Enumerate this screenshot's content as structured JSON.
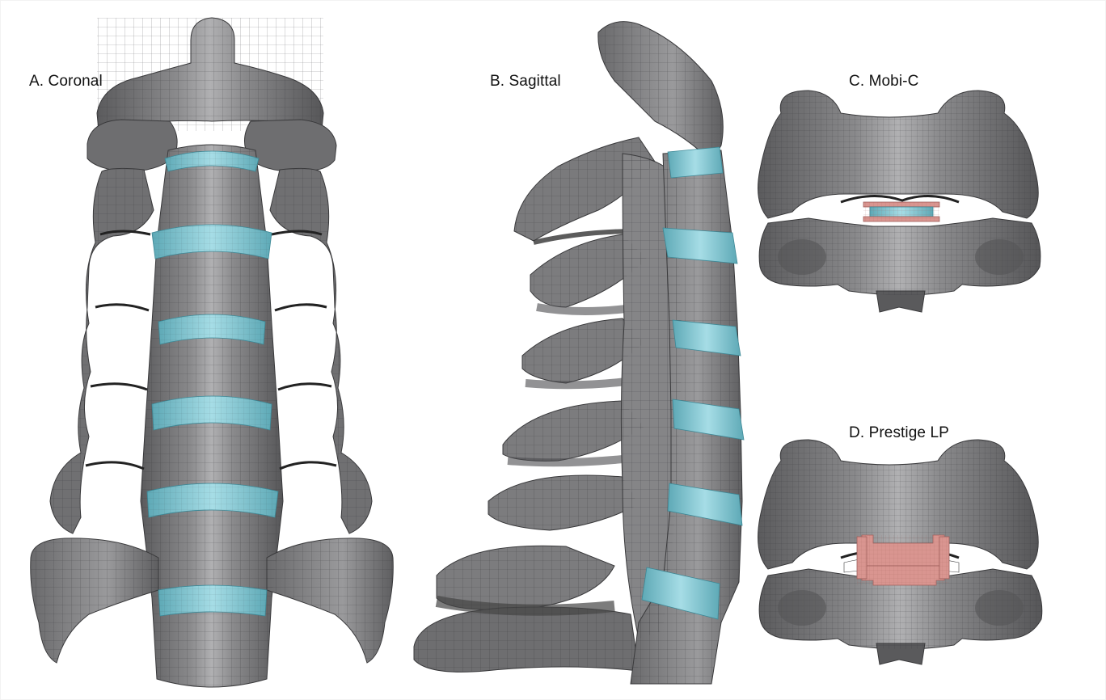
{
  "figure": {
    "panels": [
      {
        "id": "A",
        "label": "A. Coronal",
        "view": "coronal"
      },
      {
        "id": "B",
        "label": "B. Sagittal",
        "view": "sagittal"
      },
      {
        "id": "C",
        "label": "C.  Mobi-C",
        "view": "axial-implant"
      },
      {
        "id": "D",
        "label": "D. Prestige LP",
        "view": "axial-implant"
      }
    ]
  },
  "colors": {
    "bone": "#78787a",
    "bone_light": "#bdbdbf",
    "bone_dark": "#4a4a4c",
    "disc": "#7cc3d0",
    "implant": "#d99590",
    "mesh_line": "#2f2f31",
    "background": "#ffffff"
  }
}
